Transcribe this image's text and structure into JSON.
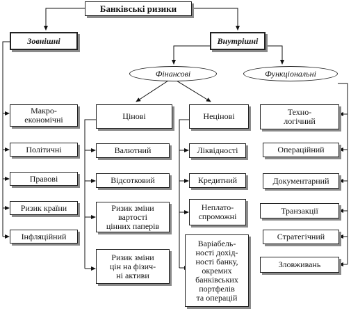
{
  "root": "Банківські ризики",
  "external": {
    "title": "Зовнішні",
    "items": [
      "Макро-\nекономічні",
      "Політичні",
      "Правові",
      "Ризик країни",
      "Інфляційний"
    ]
  },
  "internal": {
    "title": "Внутрішні",
    "financial": {
      "title": "Фінансові",
      "price": {
        "title": "Цінові",
        "items": [
          "Валютний",
          "Відсотковий",
          "Ризик зміни\nвартості\nцінних паперів",
          "Ризик зміни\nцін на фізич-\nні активи"
        ]
      },
      "nonprice": {
        "title": "Нецінові",
        "items": [
          "Ліквідності",
          "Кредитний",
          "Неплато-\nспроможні",
          "Варіабель-\nності дохід-\nності банку,\nокремих\nбанківських\nпортфелів\nта операцій"
        ]
      }
    },
    "functional": {
      "title": "Функціональні",
      "items": [
        "Техно-\nлогічний",
        "Операційний",
        "Документарний",
        "Транзакції",
        "Стратегічний",
        "Зловживань"
      ]
    }
  }
}
